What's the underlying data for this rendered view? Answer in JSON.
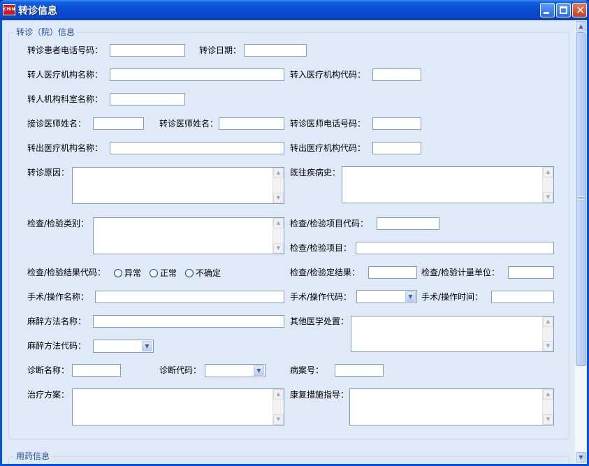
{
  "window": {
    "title": "转诊信息",
    "icon_text": "CHIN"
  },
  "referral_group": {
    "title": "转诊（院）信息",
    "fields": {
      "patient_phone": "转诊患者电话号码：",
      "referral_date": "转诊日期：",
      "to_org_name": "转人医疗机构名称：",
      "to_org_code": "转入医疗机构代码：",
      "to_dept_name": "转人机构科室名称：",
      "receiving_doctor": "接诊医师姓名：",
      "referring_doctor": "转诊医师姓名：",
      "referring_doctor_phone": "转诊医师电话号码：",
      "from_org_name": "转出医疗机构名称：",
      "from_org_code": "转出医疗机构代码：",
      "referral_reason": "转诊原因：",
      "past_history": "既往疾病史：",
      "exam_category": "检查/检验类别：",
      "exam_item_code": "检查/检验项目代码：",
      "exam_item": "检查/检验项目：",
      "exam_result_code": "检查/检验结果代码：",
      "exam_quant_result": "检查/检验定结果：",
      "exam_unit": "检查/检验计量单位：",
      "surgery_name": "手术/操作名称：",
      "surgery_code": "手术/操作代码：",
      "surgery_time": "手术/操作时间：",
      "anesthesia_name": "麻醉方法名称：",
      "other_treatment": "其他医学处置：",
      "anesthesia_code": "麻醉方法代码：",
      "diagnosis_name": "诊断名称：",
      "diagnosis_code": "诊断代码：",
      "case_number": "病案号：",
      "treatment_plan": "治疗方案：",
      "rehab_guidance": "康复措施指导："
    },
    "result_options": [
      "异常",
      "正常",
      "不确定"
    ]
  },
  "medication_group": {
    "title": "用药信息"
  }
}
